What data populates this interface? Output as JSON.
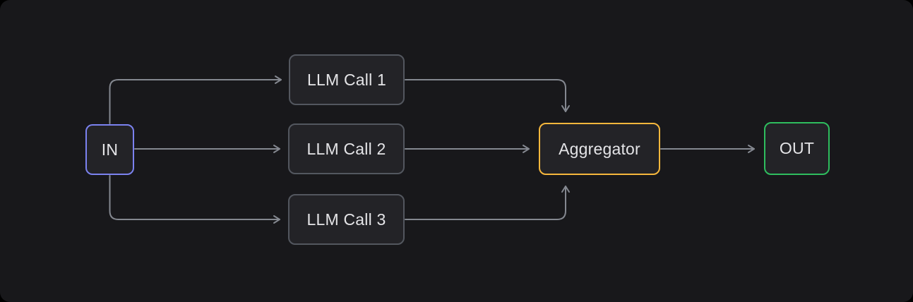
{
  "diagram": {
    "nodes": [
      {
        "id": "in",
        "label": "IN",
        "border_color": "#7b82f0"
      },
      {
        "id": "llm-call-1",
        "label": "LLM Call 1",
        "border_color": "#53575f"
      },
      {
        "id": "llm-call-2",
        "label": "LLM Call 2",
        "border_color": "#53575f"
      },
      {
        "id": "llm-call-3",
        "label": "LLM Call 3",
        "border_color": "#53575f"
      },
      {
        "id": "aggregator",
        "label": "Aggregator",
        "border_color": "#f6b73c"
      },
      {
        "id": "out",
        "label": "OUT",
        "border_color": "#2ebd5e"
      }
    ],
    "edges": [
      {
        "from": "in",
        "to": "llm-call-1"
      },
      {
        "from": "in",
        "to": "llm-call-2"
      },
      {
        "from": "in",
        "to": "llm-call-3"
      },
      {
        "from": "llm-call-1",
        "to": "aggregator"
      },
      {
        "from": "llm-call-2",
        "to": "aggregator"
      },
      {
        "from": "llm-call-3",
        "to": "aggregator"
      },
      {
        "from": "aggregator",
        "to": "out"
      }
    ],
    "colors": {
      "outer_background": "#000000",
      "canvas_background": "#18181b",
      "node_fill": "#232327",
      "node_text": "#e4e4e7",
      "edge": "#848890"
    }
  }
}
